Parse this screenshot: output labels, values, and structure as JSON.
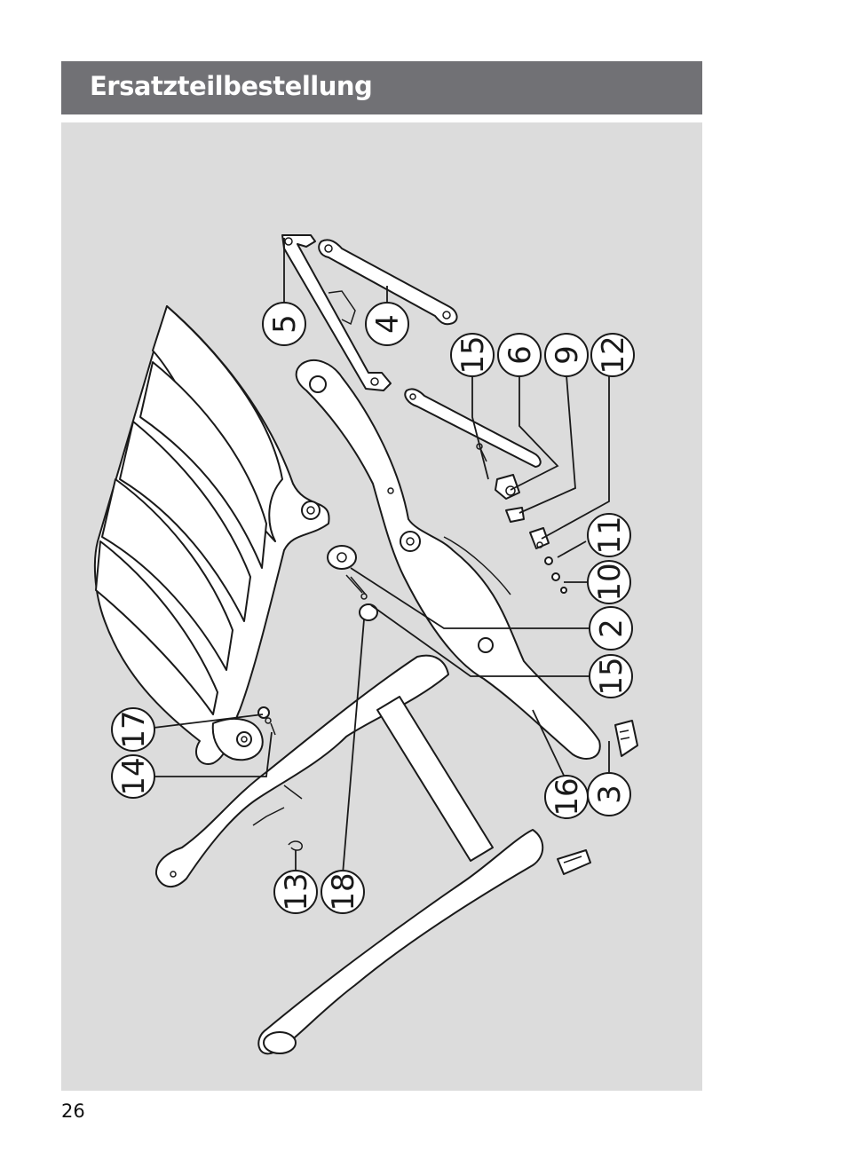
{
  "header": {
    "title": "Ersatzteilbestellung"
  },
  "page": {
    "number": "26"
  },
  "colors": {
    "header_bg": "#717175",
    "panel_bg": "#dcdcdc",
    "line": "#1a1a1a"
  },
  "callouts": [
    {
      "id": "c5",
      "label": "5"
    },
    {
      "id": "c4",
      "label": "4"
    },
    {
      "id": "c15a",
      "label": "15"
    },
    {
      "id": "c6",
      "label": "6"
    },
    {
      "id": "c9",
      "label": "9"
    },
    {
      "id": "c12",
      "label": "12"
    },
    {
      "id": "c11",
      "label": "11"
    },
    {
      "id": "c10",
      "label": "10"
    },
    {
      "id": "c2",
      "label": "2"
    },
    {
      "id": "c15b",
      "label": "15"
    },
    {
      "id": "c3",
      "label": "3"
    },
    {
      "id": "c16",
      "label": "16"
    },
    {
      "id": "c17",
      "label": "17"
    },
    {
      "id": "c14",
      "label": "14"
    },
    {
      "id": "c13",
      "label": "13"
    },
    {
      "id": "c18",
      "label": "18"
    }
  ]
}
